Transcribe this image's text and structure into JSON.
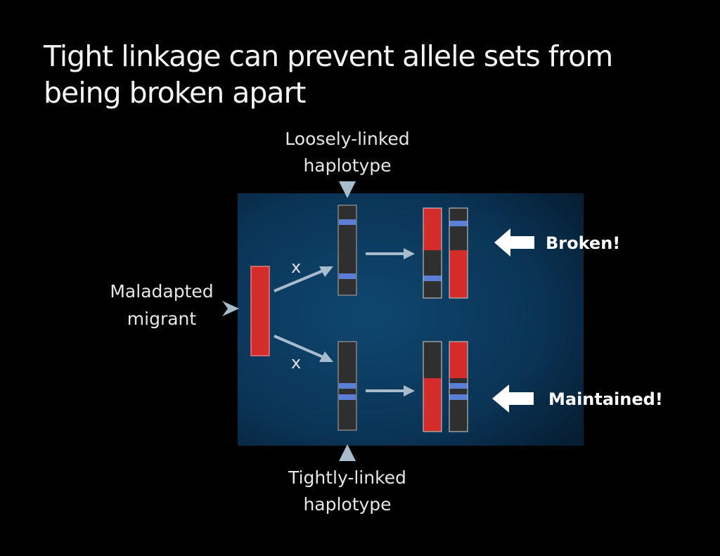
{
  "slide": {
    "title_line1": "Tight linkage can prevent allele sets from",
    "title_line2": "being broken apart"
  },
  "diagram": {
    "labels": {
      "loose_line1": "Loosely-linked",
      "loose_line2": "haplotype",
      "tight_line1": "Tightly-linked",
      "tight_line2": "haplotype",
      "migrant_line1": "Maladapted",
      "migrant_line2": "migrant",
      "cross_top": "x",
      "cross_bottom": "x",
      "broken": "Broken!",
      "maintained": "Maintained!"
    },
    "colors": {
      "panel": "#0b3556",
      "migrant_red": "#d42b2b",
      "chromosome_dark": "#2f2f2f",
      "allele_blue": "#5b7fd6",
      "arrow": "#a8bccd",
      "pointer_white": "#ffffff"
    }
  }
}
